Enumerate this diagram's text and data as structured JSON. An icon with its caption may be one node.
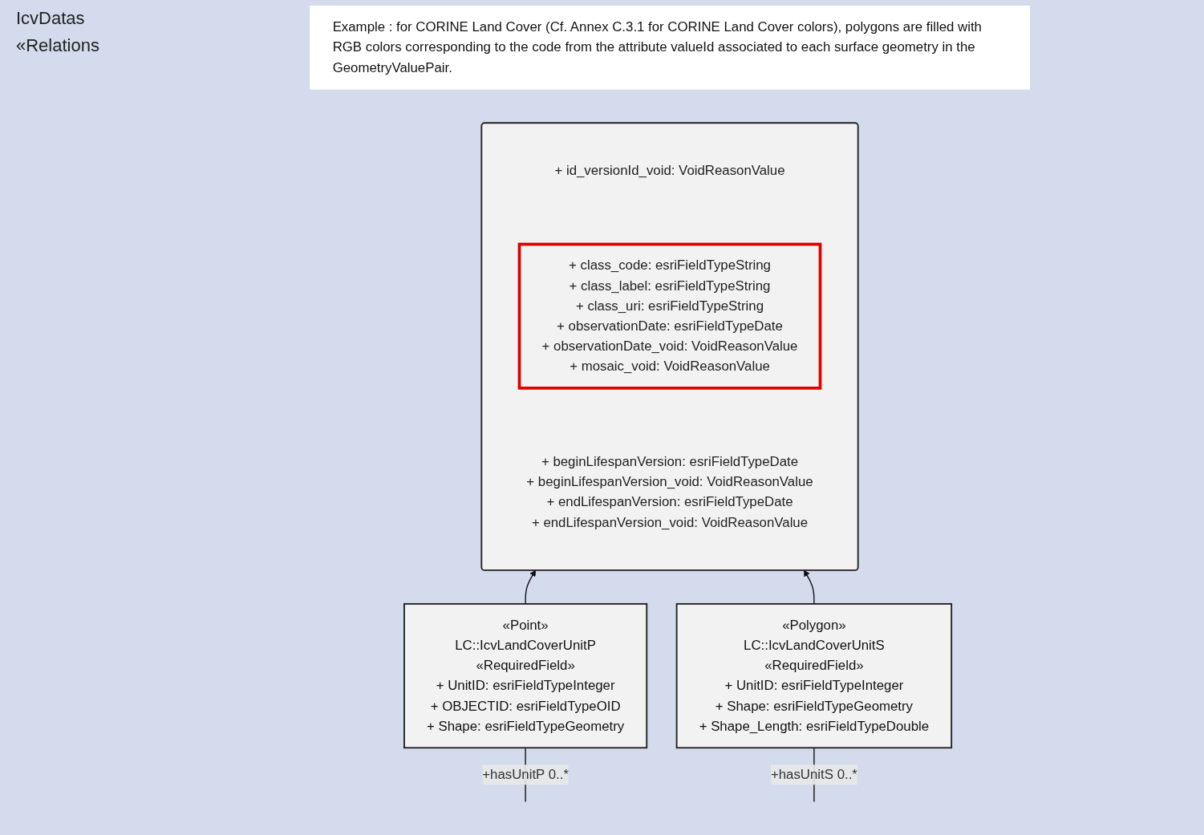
{
  "diagram": {
    "nodes": [
      {
        "text": [
          "Example : for CORINE Land Cover (Cf. Annex C.3.1 for CORINE Land Cover colors), polygons are filled with RGB colors corresponding to the code from the attribute valueId associated to each surface geometry in the GeometryValuePair."
        ]
      },
      {
        "text": [],
        "shape": "box"
      },
      {
        "text": [
          "+ id_versionId_void: VoidReasonValue"
        ],
        "in": 1
      },
      {
        "text": [
          "+ class_code: esriFieldTypeString",
          "+ class_label: esriFieldTypeString",
          "+ class_uri: esriFieldTypeString",
          "+ observationDate: esriFieldTypeDate",
          "+ observationDate_void: VoidReasonValue",
          "+ mosaic_void: VoidReasonValue"
        ],
        "in": 1
      },
      {
        "text": [
          "+ beginLifespanVersion: esriFieldTypeDate",
          "+ beginLifespanVersion_void: VoidReasonValue",
          "+ endLifespanVersion: esriFieldTypeDate",
          "+ endLifespanVersion_void: VoidReasonValue"
        ],
        "in": 1
      },
      {
        "text": [
          "«Point»",
          "LC::IcvLandCoverUnitP",
          "«RequiredField»",
          "+ UnitID: esriFieldTypeInteger",
          "+ OBJECTID: esriFieldTypeOID",
          "+ Shape: esriFieldTypeGeometry"
        ]
      },
      {
        "text": [
          "«Polygon»",
          "LC::IcvLandCoverUnitS",
          "«RequiredField»",
          "+ UnitID: esriFieldTypeInteger",
          "+ Shape: esriFieldTypeGeometry",
          "+ Shape_Length: esriFieldTypeDouble"
        ]
      }
    ],
    "edges": [
      {
        "from": 5,
        "to": 1,
        "arrow": "to"
      },
      {
        "from": 6,
        "to": 1,
        "arrow": "to"
      },
      {
        "from": null,
        "to": 5,
        "arrow": "none",
        "label": "+hasUnitP 0..*"
      },
      {
        "from": null,
        "to": 6,
        "arrow": "none",
        "label": "+hasUnitS 0..*"
      }
    ],
    "labels": [
      "IcvDatas",
      "«Relations"
    ]
  }
}
